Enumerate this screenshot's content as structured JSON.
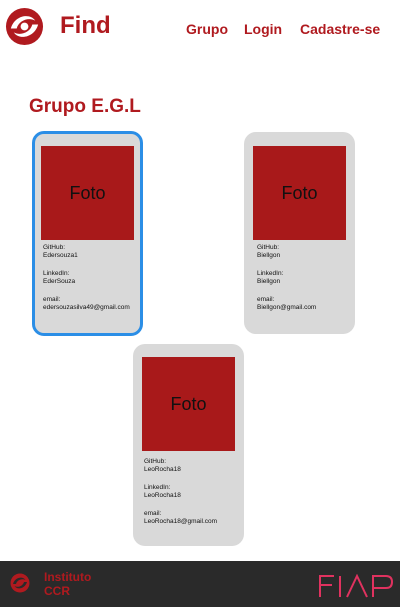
{
  "header": {
    "brand": "Find",
    "nav": [
      "Grupo",
      "Login",
      "Cadastre-se"
    ]
  },
  "group": {
    "title": "Grupo E.G.L"
  },
  "cards": [
    {
      "photo": "Foto",
      "github_label": "GitHub:",
      "github": "Edersouza1",
      "linkedin_label": "LinkedIn:",
      "linkedin": "EderSouza",
      "email_label": "email:",
      "email": "edersouzasilva49@gmail.com",
      "selected": true
    },
    {
      "photo": "Foto",
      "github_label": "GitHub:",
      "github": "Biellgon",
      "linkedin_label": "LinkedIn:",
      "linkedin": "Biellgon",
      "email_label": "email:",
      "email": "Biellgon@gmail.com",
      "selected": false
    },
    {
      "photo": "Foto",
      "github_label": "GitHub:",
      "github": "LeoRocha18",
      "linkedin_label": "LinkedIn:",
      "linkedin": "LeoRocha18",
      "email_label": "email:",
      "email": "LeoRocha18@gmail.com",
      "selected": false
    }
  ],
  "footer": {
    "org_line1": "Instituto",
    "org_line2": "CCR",
    "partner_logo": "FIAP"
  },
  "colors": {
    "brand_red": "#b01a1f",
    "photo_red": "#a8191a",
    "card_bg": "#d9d9d9",
    "selection_blue": "#2b8ee6",
    "footer_bg": "#2a2a2a",
    "fiap_pink": "#e0325f"
  },
  "icons": {
    "header_logo": "swirl-logo-icon",
    "footer_logo": "swirl-logo-icon",
    "partner": "fiap-logo"
  }
}
